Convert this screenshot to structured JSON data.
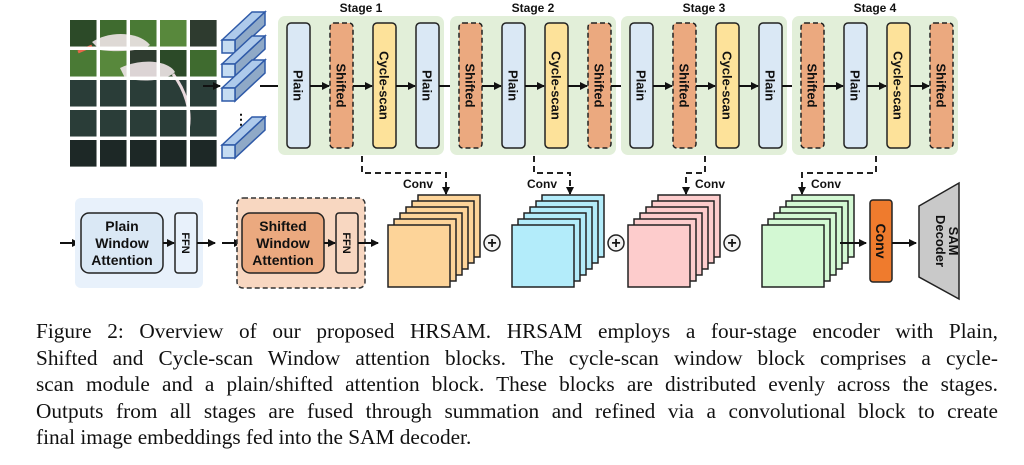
{
  "figure": {
    "stages": [
      {
        "title": "Stage 1",
        "blocks": [
          "Plain",
          "Shifted",
          "Cycle-scan",
          "Plain"
        ]
      },
      {
        "title": "Stage 2",
        "blocks": [
          "Shifted",
          "Plain",
          "Cycle-scan",
          "Shifted"
        ]
      },
      {
        "title": "Stage 3",
        "blocks": [
          "Plain",
          "Shifted",
          "Cycle-scan",
          "Plain"
        ]
      },
      {
        "title": "Stage 4",
        "blocks": [
          "Shifted",
          "Plain",
          "Cycle-scan",
          "Shifted"
        ]
      }
    ],
    "input_image": {
      "description": "flamingo photo split into 5x5 patches",
      "grid": 5
    },
    "token_ellipsis": "⋮",
    "legend": {
      "plain": {
        "title_lines": [
          "Plain",
          "Window",
          "Attention"
        ],
        "ffn": "FFN"
      },
      "shifted": {
        "title_lines": [
          "Shifted",
          "Window",
          "Attention"
        ],
        "ffn": "FFN"
      }
    },
    "feature_maps": [
      {
        "conv_label": "Conv",
        "color": "#fdd499"
      },
      {
        "conv_label": "Conv",
        "color": "#b3ecfa"
      },
      {
        "conv_label": "Conv",
        "color": "#fdcccc"
      },
      {
        "conv_label": "Conv",
        "color": "#d3f8d3"
      }
    ],
    "sum_symbol": "+",
    "final_conv": "Conv",
    "decoder": {
      "line1": "SAM",
      "line2": "Decoder"
    },
    "colors": {
      "stage_bg": "#e2efd9",
      "plain": "#dae8f5",
      "shifted": "#eba97f",
      "cycle": "#fde29a",
      "token": "#c5dcf2",
      "token_edge": "#2f5aa8",
      "plain_panel": "#e8f1fb",
      "shifted_panel": "#f8d7c1",
      "final_conv": "#ef7b2d",
      "decoder": "#c9c9c9"
    }
  },
  "caption": {
    "lines": [
      "Figure 2: Overview of our proposed HRSAM. HRSAM employs a four-stage encoder with Plain,",
      "Shifted and Cycle-scan Window attention blocks. The cycle-scan window block comprises a cycle-",
      "scan module and a plain/shifted attention block. These blocks are distributed evenly across the stages.",
      "Outputs from all stages are fused through summation and refined via a convolutional block to create",
      "final image embeddings fed into the SAM decoder."
    ]
  }
}
